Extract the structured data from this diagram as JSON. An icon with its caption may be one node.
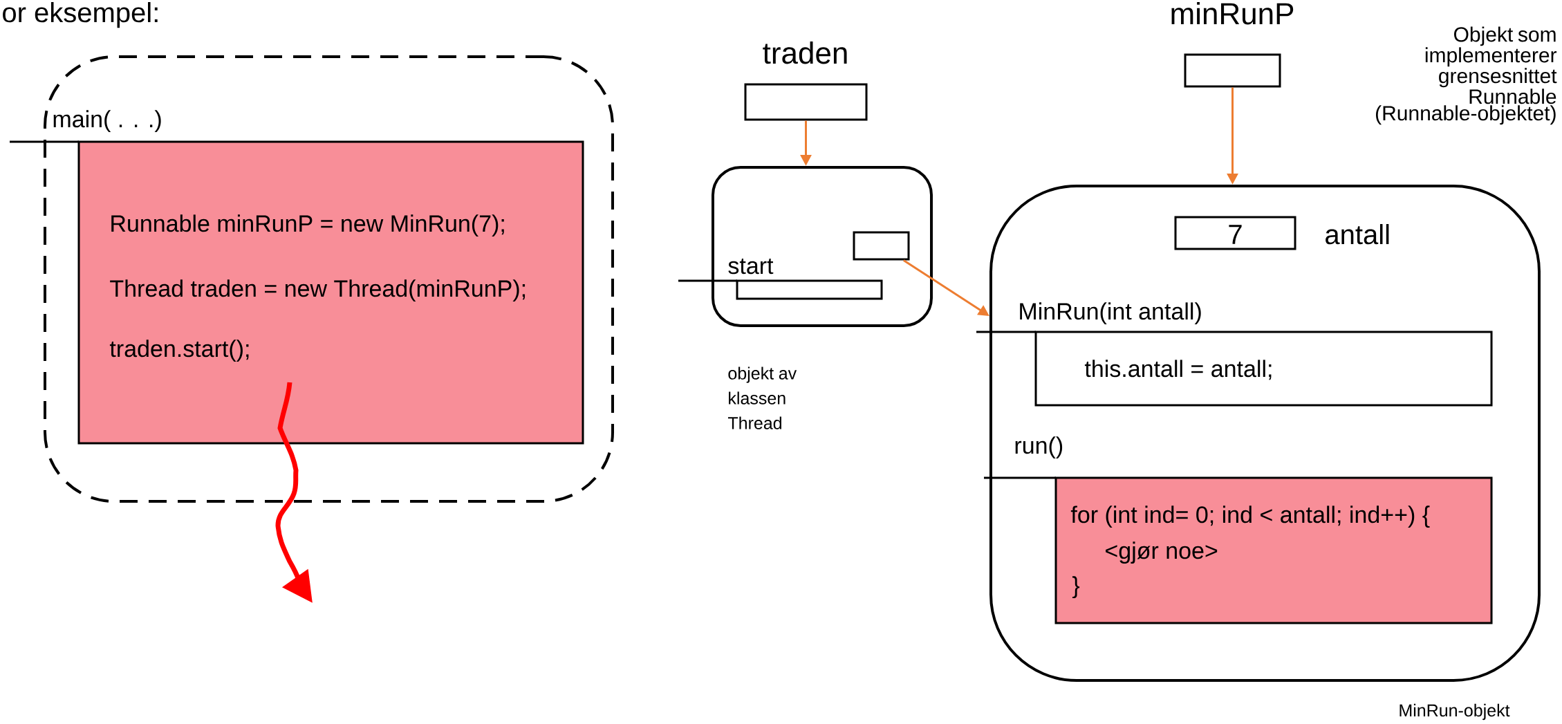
{
  "diagram": {
    "nodes": [
      {
        "text": [
          "main( . . .)"
        ]
      },
      {
        "text": [
          "Runnable minRunP = new MinRun(7);",
          "Thread traden = new Thread(minRunP);",
          "traden.start();"
        ],
        "in": 0
      },
      {
        "text": [
          "traden"
        ]
      },
      {
        "text": [],
        "shape": "box",
        "beside": [
          "objekt av klassen Thread"
        ]
      },
      {
        "text": [],
        "shape": "box",
        "in": 3
      },
      {
        "text": [
          "start"
        ],
        "in": 3
      },
      {
        "text": [
          "minRunP"
        ]
      },
      {
        "text": [],
        "shape": "box",
        "beside": [
          "MinRun-objekt"
        ]
      },
      {
        "text": [
          "7"
        ],
        "beside": [
          "antall"
        ],
        "in": 7
      },
      {
        "text": [
          "MinRun(int antall)",
          "this.antall = antall;"
        ],
        "in": 7
      },
      {
        "text": [
          "run()",
          "for (int ind= 0; ind < antall; ind++) {",
          "<gjør noe>",
          "}"
        ],
        "in": 7
      }
    ],
    "edges": [
      {
        "from": 1,
        "to": null,
        "arrow": "to",
        "style": "thick",
        "color": "#ff0000"
      },
      {
        "from": 2,
        "to": 3,
        "arrow": "to"
      },
      {
        "from": 4,
        "to": 7,
        "arrow": "to"
      },
      {
        "from": 6,
        "to": 7,
        "arrow": "to"
      }
    ],
    "labels": [
      "or eksempel:",
      "Objekt som implementerer grensesnittet Runnable (Runnable-objektet)"
    ]
  }
}
